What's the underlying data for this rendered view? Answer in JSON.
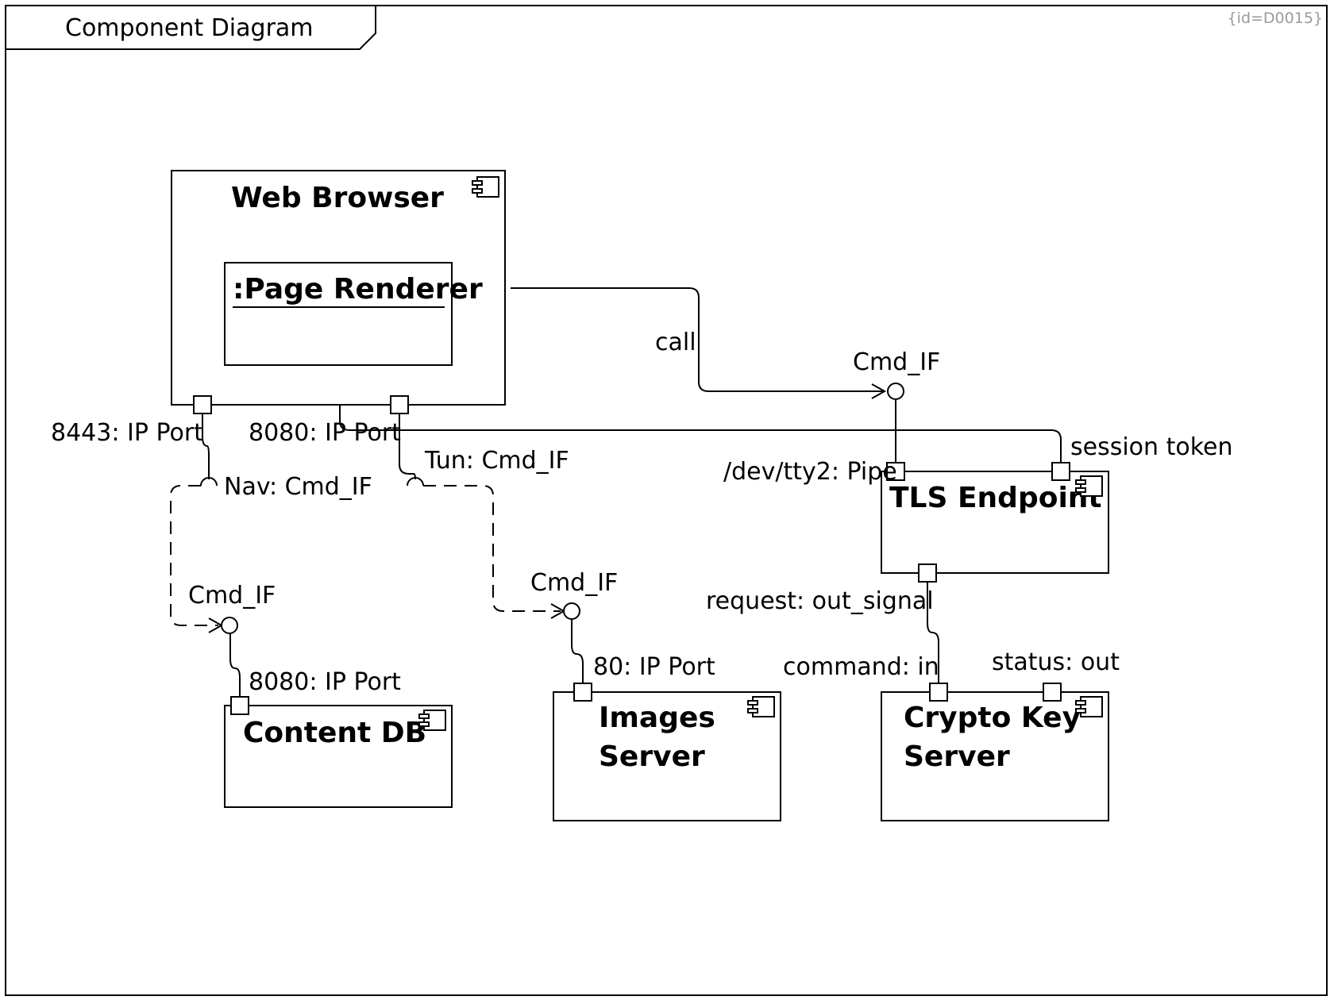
{
  "frame": {
    "title": "Component Diagram",
    "id_label": "{id=D0015}"
  },
  "components": {
    "web_browser": {
      "title": "Web Browser"
    },
    "page_renderer": {
      "title": ":Page Renderer"
    },
    "tls_endpoint": {
      "title": "TLS Endpoint"
    },
    "content_db": {
      "title": "Content DB"
    },
    "images_server": {
      "title_line1": "Images",
      "title_line2": "Server"
    },
    "crypto_key_server": {
      "title_line1": "Crypto Key",
      "title_line2": "Server"
    }
  },
  "labels": {
    "port_8443": "8443: IP Port",
    "port_8080_browser": "8080: IP Port",
    "nav_cmd_if": "Nav: Cmd_IF",
    "tun_cmd_if": "Tun: Cmd_IF",
    "call": "call",
    "cmd_if_tls": "Cmd_IF",
    "dev_tty2_pipe": "/dev/tty2: Pipe",
    "session_token": "session token",
    "request_out_signal": "request: out_signal",
    "cmd_if_db": "Cmd_IF",
    "port_8080_db": "8080: IP Port",
    "cmd_if_images": "Cmd_IF",
    "port_80": "80: IP Port",
    "command_in": "command: in",
    "status_out": "status: out"
  },
  "icons": {
    "component": "uml-component-icon",
    "provided_interface": "lollipop-interface-icon",
    "required_interface": "socket-interface-icon"
  },
  "colors": {
    "stroke": "#000000",
    "background": "#ffffff",
    "id_text": "#9a9a9a"
  }
}
